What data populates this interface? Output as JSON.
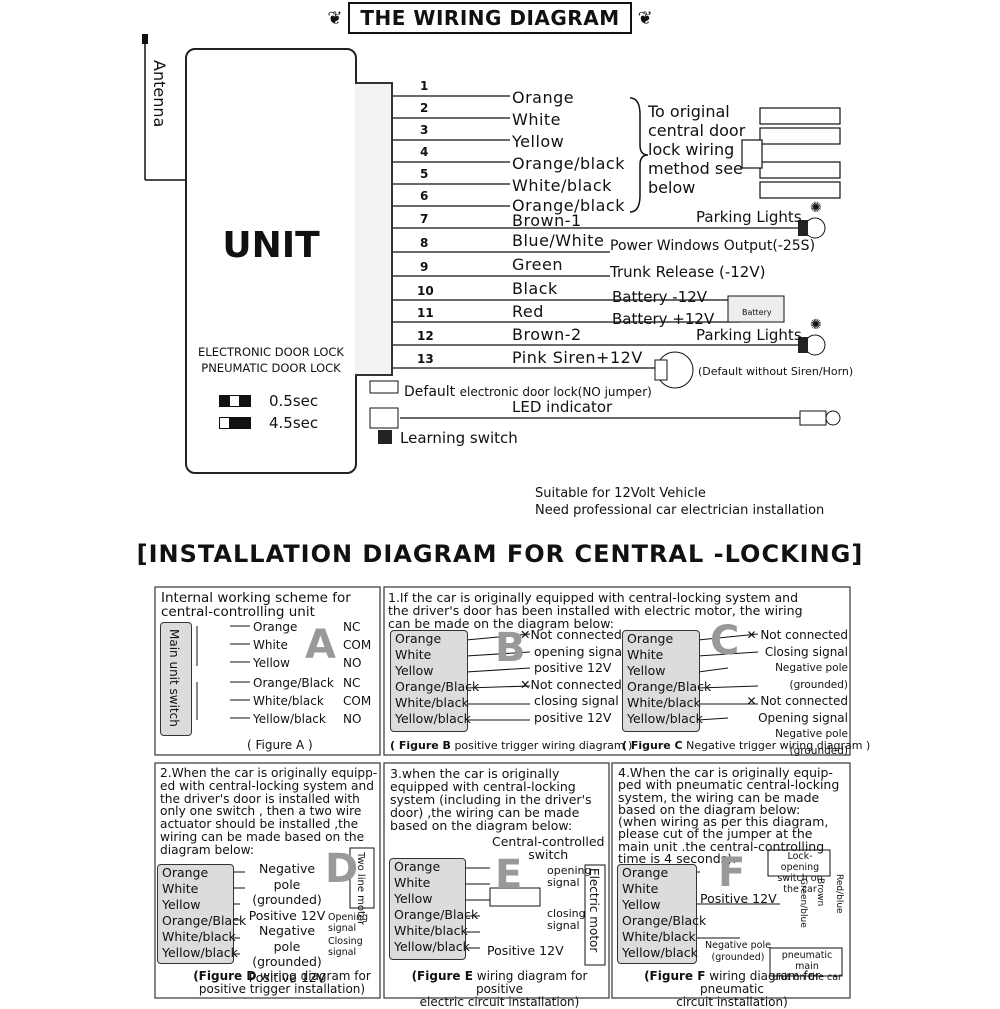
{
  "title": "THE WIRING DIAGRAM",
  "antenna_label": "Antenna",
  "unit": {
    "label": "UNIT",
    "note_line1": "ELECTRONIC DOOR LOCK",
    "note_line2": "PNEUMATIC DOOR LOCK",
    "jumper_1": "0.5sec",
    "jumper_2": "4.5sec"
  },
  "wires": [
    {
      "num": "1",
      "color": "Orange"
    },
    {
      "num": "2",
      "color": "White"
    },
    {
      "num": "3",
      "color": "Yellow"
    },
    {
      "num": "4",
      "color": "Orange/black"
    },
    {
      "num": "5",
      "color": "White/black"
    },
    {
      "num": "6",
      "color": "Orange/black"
    },
    {
      "num": "7",
      "color": "Brown-1"
    },
    {
      "num": "8",
      "color": "Blue/White"
    },
    {
      "num": "9",
      "color": "Green"
    },
    {
      "num": "10",
      "color": "Black"
    },
    {
      "num": "11",
      "color": "Red"
    },
    {
      "num": "12",
      "color": "Brown-2"
    },
    {
      "num": "13",
      "color": "Pink Siren+12V"
    }
  ],
  "door_lock_note": [
    "To original",
    "central door",
    "lock wiring",
    "method see",
    "below"
  ],
  "outputs": {
    "parking_lights_1": "Parking Lights",
    "power_windows": "Power Windows Output(-25S)",
    "trunk_release": "Trunk Release (-12V)",
    "battery_minus": "Battery -12V",
    "battery_plus": "Battery +12V",
    "battery_label": "Battery",
    "parking_lights_2": "Parking Lights",
    "siren_note": "(Default without Siren/Horn)"
  },
  "bottom_items": {
    "default_lock": "Default",
    "default_lock_detail": "electronic door lock(NO jumper)",
    "led": "LED indicator",
    "learning": "Learning switch"
  },
  "suitability": [
    "Suitable for 12Volt Vehicle",
    "Need professional car electrician installation"
  ],
  "section_title": "[INSTALLATION DIAGRAM FOR  CENTRAL -LOCKING]",
  "figA": {
    "title": [
      "Internal working scheme for",
      "central-controlling unit"
    ],
    "switch_label": "Main unit switch",
    "wires": [
      "Orange",
      "White",
      "Yellow",
      "Orange/Black",
      "White/black",
      "Yellow/black"
    ],
    "states": [
      "NC",
      "COM",
      "NO",
      "NC",
      "COM",
      "NO"
    ],
    "letter": "A",
    "caption": "( Figure A )"
  },
  "figBC": {
    "text": [
      "1.If the car is originally equipped with central-locking system  and",
      "the driver's door has been installed with electric motor, the wiring",
      "can be made on the diagram below:"
    ],
    "wires": [
      "Orange",
      "White",
      "Yellow",
      "Orange/Black",
      "White/black",
      "Yellow/black"
    ],
    "b_letter": "B",
    "b_labels": [
      "Not connected",
      "opening signal",
      "positive 12V",
      "Not connected",
      "closing signal",
      "positive 12V"
    ],
    "c_letter": "C",
    "c_labels": [
      "Not connected",
      "Closing signal",
      "Negative pole (grounded)",
      "Not connected",
      "Opening signal",
      "Negative pole (grounded)"
    ],
    "b_caption_bold": "( Figure B",
    "b_caption_rest": "positive trigger wiring diagram )",
    "c_caption_bold": "( Figure C",
    "c_caption_rest": "Negative  trigger wiring diagram )"
  },
  "figD": {
    "text": [
      "2.When the car is originally equipp-",
      "ed with central-locking system and",
      "the driver's door is installed with",
      "only one switch , then a two wire",
      "actuator should be installed ,the",
      "wiring can be made based on the",
      "diagram below:"
    ],
    "wires": [
      "Orange",
      "White",
      "Yellow",
      "Orange/Black",
      "White/black",
      "Yellow/black"
    ],
    "labels": [
      "Negative pole",
      "(grounded)",
      "Positive 12V",
      "Negative pole",
      "(grounded)",
      "Positive 12V"
    ],
    "letter": "D",
    "motor": "Two line motor",
    "opening": "Opening signal",
    "closing": "Closing signal",
    "caption_bold": "(Figure D",
    "caption_rest": "wiring diagram for",
    "caption_line2": "positive trigger installation)"
  },
  "figE": {
    "text": [
      "3.when the car is originally",
      "equipped with central-locking",
      "system (including in the driver's",
      "door) ,the wiring can be made",
      "based on the diagram below:"
    ],
    "switch_label": [
      "Central-controlled",
      "switch"
    ],
    "wires": [
      "Orange",
      "White",
      "Yellow",
      "Orange/Black",
      "White/black",
      "Yellow/black"
    ],
    "letter": "E",
    "opening": "opening signal",
    "closing": "closing signal",
    "motor": "Electric motor",
    "positive": "Positive 12V",
    "caption_bold": "(Figure E",
    "caption_rest": "wiring diagram for positive",
    "caption_line2": "electric circuit  installation)"
  },
  "figF": {
    "text": [
      "4.When the car is originally  equip-",
      "ped with pneumatic central-locking",
      "system, the wiring can be made",
      "based  on the diagram below:",
      "(when wiring as per this diagram,",
      "please cut of the jumper at the",
      "main unit .the central-controlling",
      "time is 4 seconds):"
    ],
    "wires": [
      "Orange",
      "White",
      "Yellow",
      "Orange/Black",
      "White/black",
      "Yellow/black"
    ],
    "letter": "F",
    "positive": "Positive 12V",
    "negative": [
      "Negative pole",
      "(grounded)"
    ],
    "lock_opening": [
      "Lock-opening",
      "switch on the car"
    ],
    "red_blue": "Red/blue",
    "brown": "Brown",
    "green": "Green/blue",
    "pneumatic_main": [
      "pneumatic main",
      "unit on the car"
    ],
    "caption_bold": "(Figure F",
    "caption_rest": "wiring diagram for pneumatic",
    "caption_line2": "circuit installation)"
  }
}
